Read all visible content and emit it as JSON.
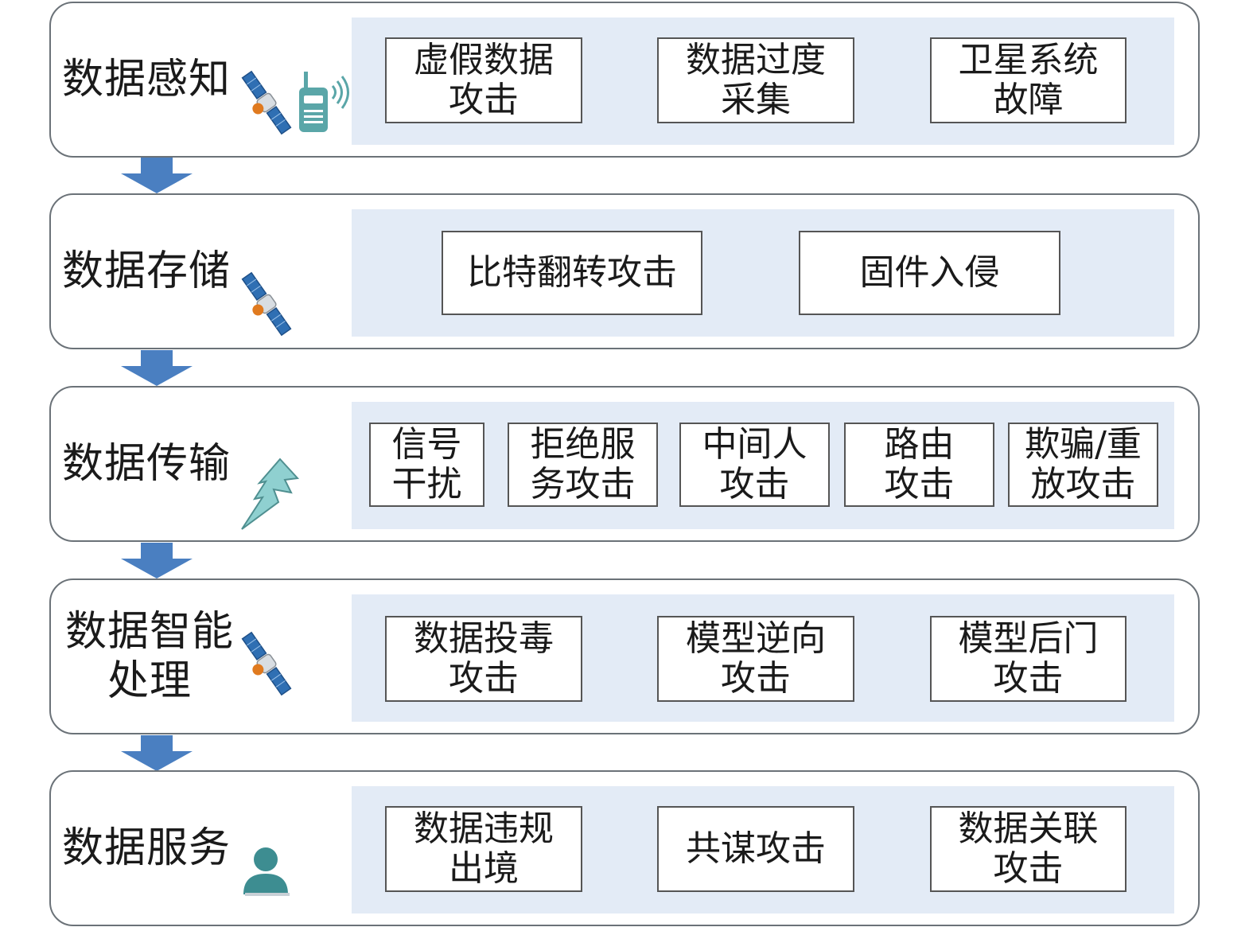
{
  "stages": [
    {
      "label": "数据感知",
      "icons": [
        "satellite-icon",
        "walkie-talkie-icon"
      ],
      "items": [
        "虚假数据\n攻击",
        "数据过度\n采集",
        "卫星系统\n故障"
      ]
    },
    {
      "label": "数据存储",
      "icons": [
        "satellite-icon"
      ],
      "items": [
        "比特翻转攻击",
        "固件入侵"
      ]
    },
    {
      "label": "数据传输",
      "icons": [
        "lightning-icon"
      ],
      "items": [
        "信号\n干扰",
        "拒绝服\n务攻击",
        "中间人\n攻击",
        "路由\n攻击",
        "欺骗/重\n放攻击"
      ]
    },
    {
      "label": "数据智能\n处理",
      "icons": [
        "satellite-icon"
      ],
      "items": [
        "数据投毒\n攻击",
        "模型逆向\n攻击",
        "模型后门\n攻击"
      ]
    },
    {
      "label": "数据服务",
      "icons": [
        "user-icon"
      ],
      "items": [
        "数据违规\n出境",
        "共谋攻击",
        "数据关联\n攻击"
      ]
    }
  ],
  "colors": {
    "panel": "#e3ebf6",
    "arrow": "#4a7fc1",
    "border": "#6b7278"
  }
}
